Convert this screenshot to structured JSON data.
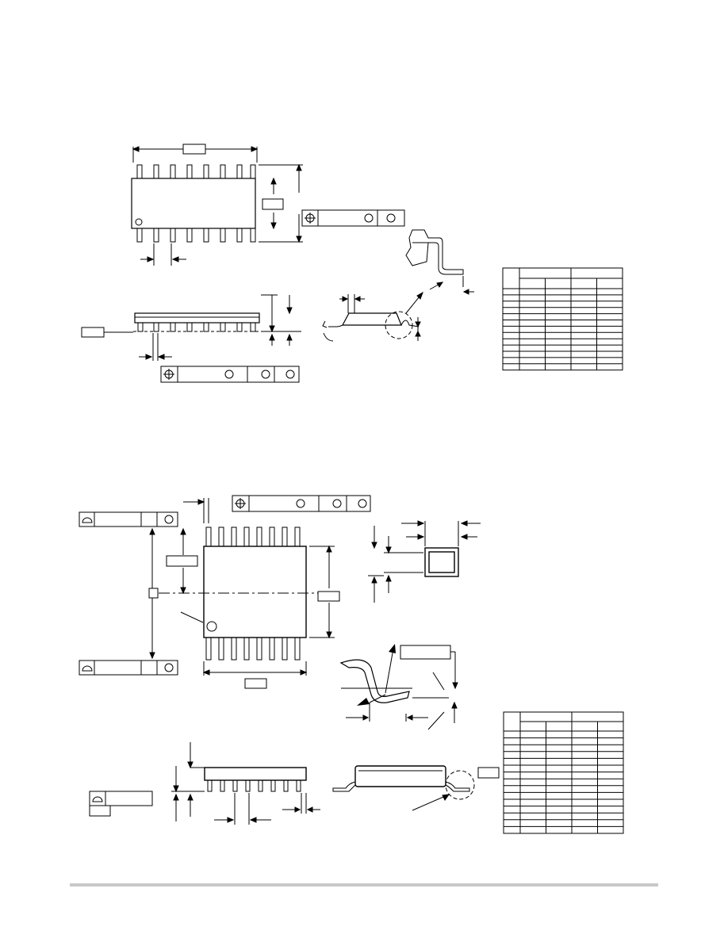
{
  "page": {
    "background": "#ffffff",
    "ink": "#000000",
    "footer_rule_color": "#c8c8c8"
  },
  "packages": [
    {
      "id": "upper-package",
      "kind": "wide-body SOIC outline (16 leads)",
      "leads_per_side": 8,
      "dimension_table": {
        "header_rows": 2,
        "body_rows": 13,
        "columns": 5
      }
    },
    {
      "id": "lower-package",
      "kind": "TSSOP outline (16 leads)",
      "leads_per_side": 8,
      "dimension_table": {
        "header_rows": 2,
        "body_rows": 15,
        "columns": 5
      }
    }
  ],
  "tolerance_frame_icons": [
    "position-icon",
    "circle-modifier-icon",
    "flatness-icon"
  ]
}
